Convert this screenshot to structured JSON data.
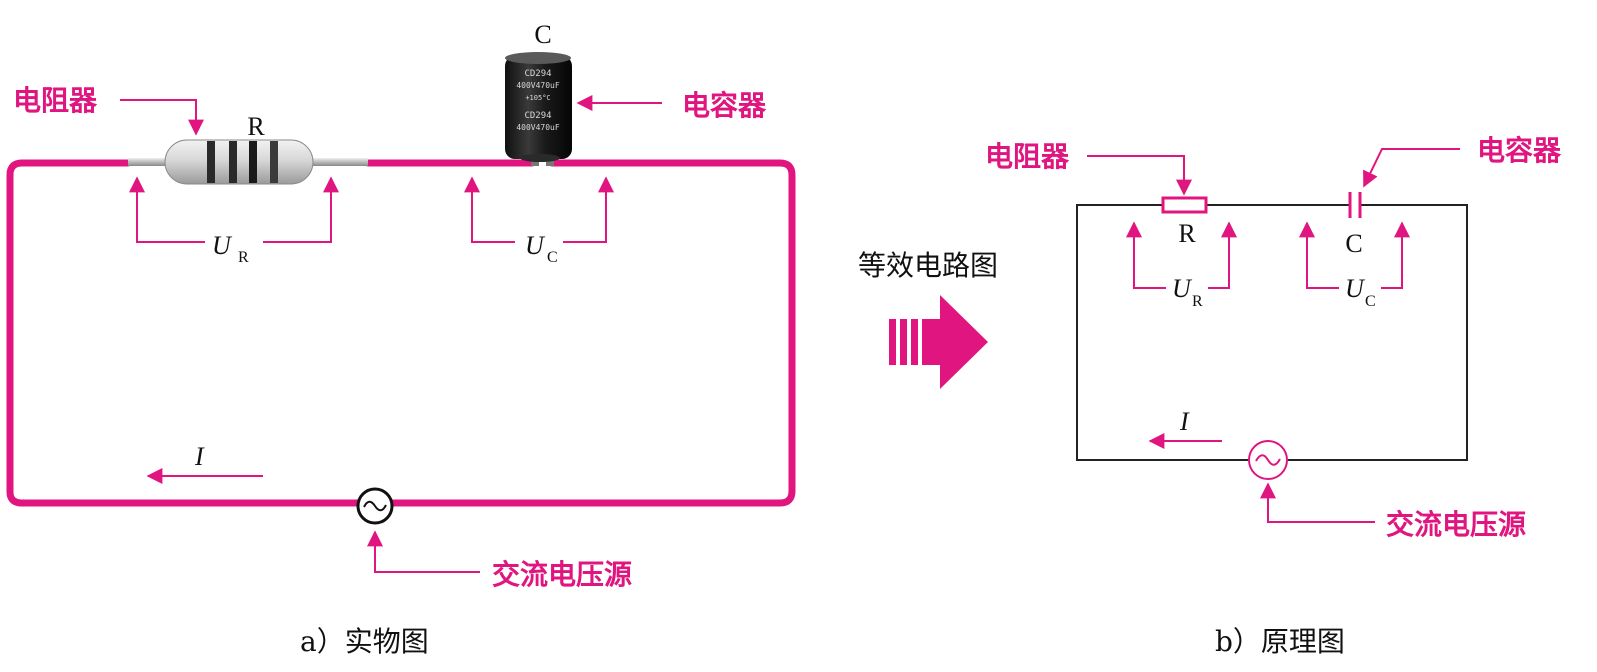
{
  "colors": {
    "accent": "#e0157f",
    "wire_schematic": "#222222"
  },
  "panel_a": {
    "resistor_symbol": "R",
    "capacitor_symbol": "C",
    "resistor_label": "电阻器",
    "capacitor_label": "电容器",
    "source_label": "交流电压源",
    "voltage_r": "U",
    "voltage_r_sub": "R",
    "voltage_c": "U",
    "voltage_c_sub": "C",
    "current": "I",
    "capacitor_print": [
      "CD294",
      "400V470uF",
      "+105°C",
      "CD294",
      "400V470uF"
    ],
    "caption": "a）实物图"
  },
  "middle": {
    "arrow_label": "等效电路图"
  },
  "panel_b": {
    "resistor_label": "电阻器",
    "capacitor_label": "电容器",
    "source_label": "交流电压源",
    "resistor_symbol": "R",
    "capacitor_symbol": "C",
    "voltage_r": "U",
    "voltage_r_sub": "R",
    "voltage_c": "U",
    "voltage_c_sub": "C",
    "current": "I",
    "caption": "b）原理图"
  }
}
